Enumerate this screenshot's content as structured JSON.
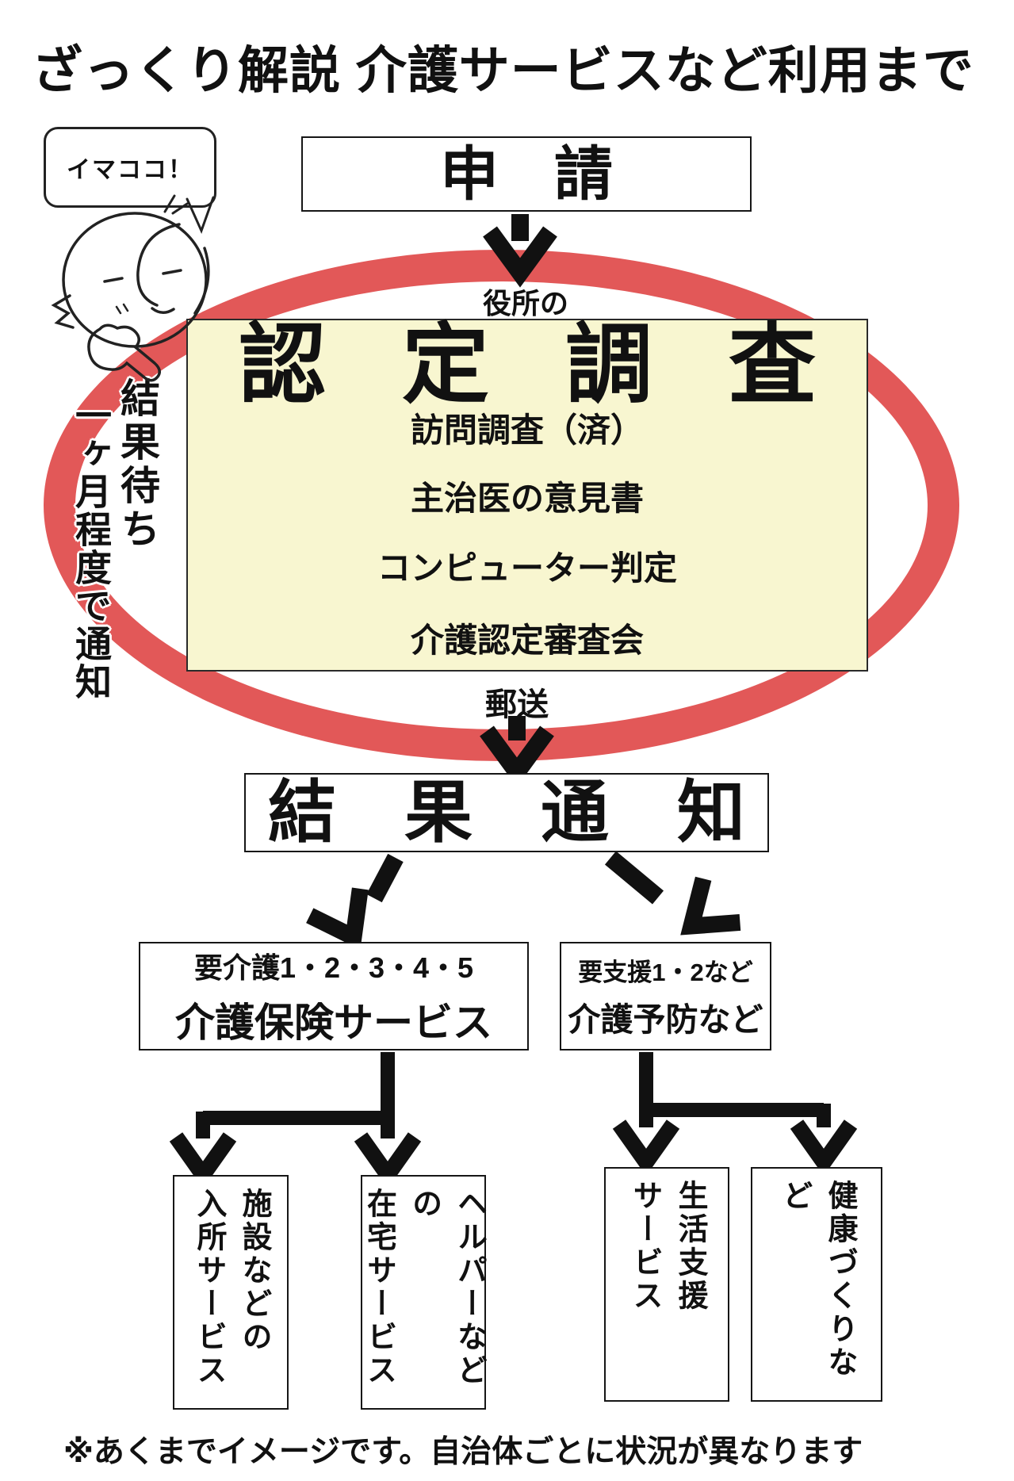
{
  "title": "ざっくり解説 介護サービスなど利用まで",
  "callout": {
    "bubble_label": "イマココ！"
  },
  "flow": {
    "apply_label": "申請",
    "office_label": "役所の",
    "assessment": {
      "heading": "認定調査",
      "items": [
        "訪問調査（済）",
        "主治医の意見書",
        "コンピューター判定",
        "介護認定審査会"
      ]
    },
    "waiting_note": {
      "col_right": "結果待ち",
      "col_left": "一ヶ月程度で通知"
    },
    "mail_label": "郵送",
    "result_label": "結果通知",
    "branches": {
      "left": {
        "condition": "要介護1・2・3・4・5",
        "label": "介護保険サービス",
        "children": [
          {
            "text": "施設などの\n入所サービス"
          },
          {
            "text": "ヘルパーなどの\n在宅サービス"
          }
        ]
      },
      "right": {
        "condition": "要支援1・2など",
        "label": "介護予防など",
        "children": [
          {
            "text": "生活支援\nサービス"
          },
          {
            "text": "健康づくりなど"
          }
        ]
      }
    }
  },
  "footnote": "※あくまでイメージです。自治体ごとに状況が異なります",
  "colors": {
    "highlight_ring": "#e25858",
    "assessment_bg": "#f8f6d0",
    "ink": "#111111"
  }
}
